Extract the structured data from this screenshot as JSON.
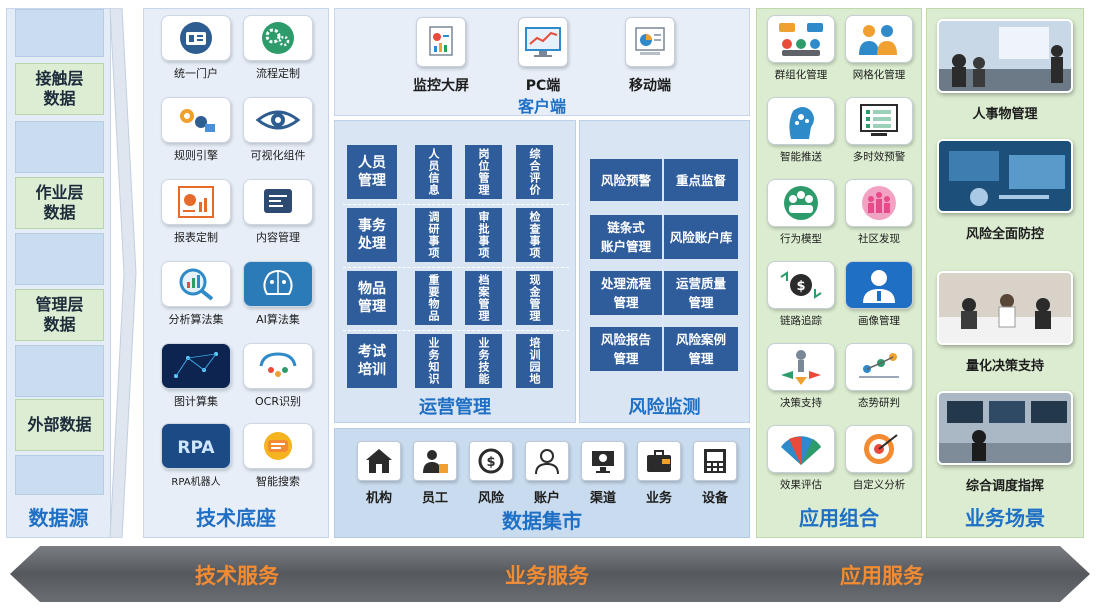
{
  "data_source": {
    "items": [
      "接触层\n数据",
      "作业层\n数据",
      "管理层\n数据",
      "外部数据"
    ],
    "title": "数据源"
  },
  "tech_base": {
    "title": "技术底座",
    "items": [
      {
        "label": "统一门户",
        "icon": "portal-icon"
      },
      {
        "label": "流程定制",
        "icon": "gears-icon"
      },
      {
        "label": "规则引擎",
        "icon": "rules-engine-icon"
      },
      {
        "label": "可视化组件",
        "icon": "eye-icon"
      },
      {
        "label": "报表定制",
        "icon": "report-icon"
      },
      {
        "label": "内容管理",
        "icon": "content-icon"
      },
      {
        "label": "分析算法集",
        "icon": "analytics-icon"
      },
      {
        "label": "AI算法集",
        "icon": "ai-brain-icon"
      },
      {
        "label": "图计算集",
        "icon": "graph-compute-icon"
      },
      {
        "label": "OCR识别",
        "icon": "ocr-icon"
      },
      {
        "label": "RPA机器人",
        "icon": "rpa-icon"
      },
      {
        "label": "智能搜索",
        "icon": "smart-search-icon"
      }
    ]
  },
  "client": {
    "title": "客户端",
    "items": [
      {
        "label": "监控大屏",
        "icon": "monitor-screen-icon"
      },
      {
        "label": "PC端",
        "icon": "pc-icon"
      },
      {
        "label": "移动端",
        "icon": "mobile-icon"
      }
    ]
  },
  "operations": {
    "title": "运营管理",
    "rows": [
      {
        "head": "人员\n管理",
        "cells": [
          "人员信息",
          "岗位管理",
          "综合评价"
        ]
      },
      {
        "head": "事务\n处理",
        "cells": [
          "调研事项",
          "审批事项",
          "检查事项"
        ]
      },
      {
        "head": "物品\n管理",
        "cells": [
          "重要物品",
          "档案管理",
          "现金管理"
        ]
      },
      {
        "head": "考试\n培训",
        "cells": [
          "业务知识",
          "业务技能",
          "培训园地"
        ]
      }
    ]
  },
  "risk": {
    "title": "风险监测",
    "rows": [
      [
        "风险预警",
        "重点监督"
      ],
      [
        "链条式\n账户管理",
        "风险账户库"
      ],
      [
        "处理流程\n管理",
        "运营质量\n管理"
      ],
      [
        "风险报告\n管理",
        "风险案例\n管理"
      ]
    ]
  },
  "data_mart": {
    "title": "数据集市",
    "items": [
      {
        "label": "机构",
        "icon": "building-icon"
      },
      {
        "label": "员工",
        "icon": "employee-icon"
      },
      {
        "label": "风险",
        "icon": "risk-icon"
      },
      {
        "label": "账户",
        "icon": "user-icon"
      },
      {
        "label": "渠道",
        "icon": "channel-icon"
      },
      {
        "label": "业务",
        "icon": "business-icon"
      },
      {
        "label": "设备",
        "icon": "device-icon"
      }
    ]
  },
  "app_combo": {
    "title": "应用组合",
    "items": [
      {
        "label": "群组化管理",
        "icon": "group-icon"
      },
      {
        "label": "网格化管理",
        "icon": "grid-team-icon"
      },
      {
        "label": "智能推送",
        "icon": "smart-push-icon"
      },
      {
        "label": "多时效预警",
        "icon": "multi-alert-icon"
      },
      {
        "label": "行为模型",
        "icon": "behavior-model-icon"
      },
      {
        "label": "社区发现",
        "icon": "community-icon"
      },
      {
        "label": "链路追踪",
        "icon": "trace-icon"
      },
      {
        "label": "画像管理",
        "icon": "profile-icon"
      },
      {
        "label": "决策支持",
        "icon": "decision-icon"
      },
      {
        "label": "态势研判",
        "icon": "situation-icon"
      },
      {
        "label": "效果评估",
        "icon": "evaluation-icon"
      },
      {
        "label": "自定义分析",
        "icon": "custom-analysis-icon"
      }
    ]
  },
  "scenes": {
    "title": "业务场景",
    "items": [
      {
        "label": "人事物管理",
        "icon": "meeting-photo"
      },
      {
        "label": "风险全面防控",
        "icon": "risk-photo"
      },
      {
        "label": "量化决策支持",
        "icon": "decision-photo"
      },
      {
        "label": "综合调度指挥",
        "icon": "command-photo"
      }
    ]
  },
  "services": [
    "技术服务",
    "业务服务",
    "应用服务"
  ],
  "colors": {
    "title_blue": "#1f6fc5",
    "cell_dark": "#2f5d9c",
    "service_orange": "#f28b32",
    "arrow_gray": "#5f6266"
  }
}
